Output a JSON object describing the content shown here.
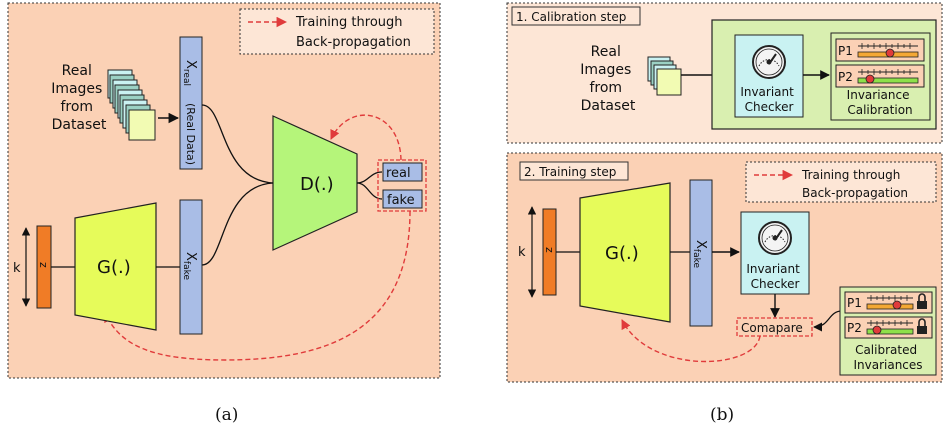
{
  "panel_a": {
    "legend_text_1": "Training through",
    "legend_text_2": "Back-propagation",
    "real_images_lines": [
      "Real",
      "Images",
      "from",
      "Dataset"
    ],
    "x_real_label": "X",
    "x_real_sub": "real",
    "x_real_note": "(Real Data)",
    "discriminator_label": "D(.)",
    "output_real": "real",
    "output_fake": "fake",
    "k_label": "k",
    "z_label": "z",
    "generator_label": "G(.)",
    "x_fake_label": "X",
    "x_fake_sub": "fake",
    "caption": "(a)"
  },
  "panel_b": {
    "calibration_title": "1. Calibration step",
    "real_images_lines": [
      "Real",
      "Images",
      "from",
      "Dataset"
    ],
    "invariant_checker_lines": [
      "Invariant",
      "Checker"
    ],
    "calibration_box_lines": [
      "Invariance",
      "Calibration"
    ],
    "p1": "P1",
    "p2": "P2",
    "training_title": "2. Training step",
    "legend_text_1": "Training through",
    "legend_text_2": "Back-propagation",
    "k_label": "k",
    "z_label": "z",
    "generator_label": "G(.)",
    "x_fake_label": "X",
    "x_fake_sub": "fake",
    "checker2_lines": [
      "Invariant",
      "Checker"
    ],
    "compare_label": "Comapare",
    "calibrated_lines": [
      "Calibrated",
      "Invariances"
    ],
    "caption": "(b)"
  },
  "colors": {
    "panel_bg": "#fbd1b5",
    "panel_bg_light": "#fde6d6",
    "generator": "#e6fb5a",
    "discriminator": "#b5f57a",
    "vector": "#a9bde6",
    "z_vector": "#f07c26",
    "checker": "#c9f2f2",
    "calib_outer": "#d9efb0",
    "dashed": "#e03b3b"
  }
}
